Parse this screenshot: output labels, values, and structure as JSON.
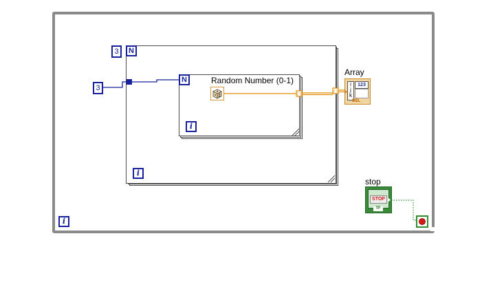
{
  "outer_loop": {
    "iteration_label": "i"
  },
  "outer_for_loop": {
    "count_constant": "3",
    "count_label": "N",
    "iteration_label": "i"
  },
  "inner_for_loop": {
    "count_constant": "3",
    "count_label": "N",
    "iteration_label": "i"
  },
  "random_node": {
    "label": "Random Number (0-1)",
    "icon": "dice-icon"
  },
  "array_indicator": {
    "label": "Array",
    "index_labels": [
      "i",
      "j",
      "k"
    ],
    "numeric_tag": "123",
    "type_tag": "DBL"
  },
  "stop_control": {
    "label": "stop",
    "button_text": "STOP",
    "type_tag": "TF"
  },
  "colors": {
    "loop_border": "#8a8a8a",
    "integer_wire": "#16209c",
    "double_wire": "#e08a00",
    "boolean_wire": "#2f8f2f",
    "stop_red": "#d81818"
  }
}
